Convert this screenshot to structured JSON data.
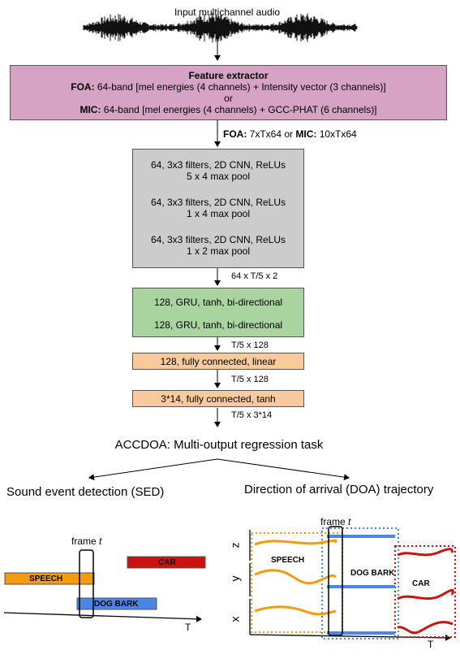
{
  "input": {
    "label": "Input multichannel audio"
  },
  "feature_extractor": {
    "title": "Feature extractor",
    "foa_prefix": "FOA:",
    "foa_text": " 64-band [mel energies (4 channels) + Intensity vector (3 channels)]",
    "or": "or",
    "mic_prefix": "MIC:",
    "mic_text": " 64-band [mel energies (4 channels) + GCC-PHAT (6 channels)]"
  },
  "fe_output": {
    "foa_prefix": "FOA:",
    "foa_dim": " 7xTx64 or ",
    "mic_prefix": "MIC:",
    "mic_dim": " 10xTx64"
  },
  "cnn": {
    "l1a": "64, 3x3 filters, 2D CNN, ReLUs",
    "l1b": "5 x 4 max pool",
    "l2a": "64, 3x3 filters, 2D CNN, ReLUs",
    "l2b": "1 x 4 max pool",
    "l3a": "64, 3x3 filters, 2D CNN, ReLUs",
    "l3b": "1 x 2 max pool"
  },
  "cnn_out": "64 x T/5 x 2",
  "gru": {
    "l1": "128, GRU, tanh, bi-directional",
    "l2": "128, GRU, tanh, bi-directional"
  },
  "gru_out": "T/5 x 128",
  "fc1": "128, fully connected, linear",
  "fc1_out": "T/5 x 128",
  "fc2": "3*14, fully connected, tanh",
  "fc2_out": "T/5 x 3*14",
  "task": "ACCDOA: Multi-output regression task",
  "sed": {
    "title": "Sound event detection (SED)",
    "frame_label": "frame ",
    "frame_var": "t",
    "speech": "SPEECH",
    "car": "CAR",
    "dog_bark": "DOG BARK",
    "time_axis": "T"
  },
  "doa": {
    "title": "Direction of arrival (DOA) trajectory",
    "frame_label": "frame ",
    "frame_var": "t",
    "axis_z": "z",
    "axis_y": "y",
    "axis_x": "x",
    "speech": "SPEECH",
    "dog_bark": "DOG BARK",
    "car": "CAR",
    "time_axis": "T"
  },
  "colors": {
    "feature_extractor": "#d6a3c4",
    "cnn": "#cccccc",
    "gru": "#a9d4a0",
    "fc": "#f9cb9c",
    "speech": "#f39c12",
    "car": "#cc1111",
    "dog_bark": "#4a86e8"
  }
}
